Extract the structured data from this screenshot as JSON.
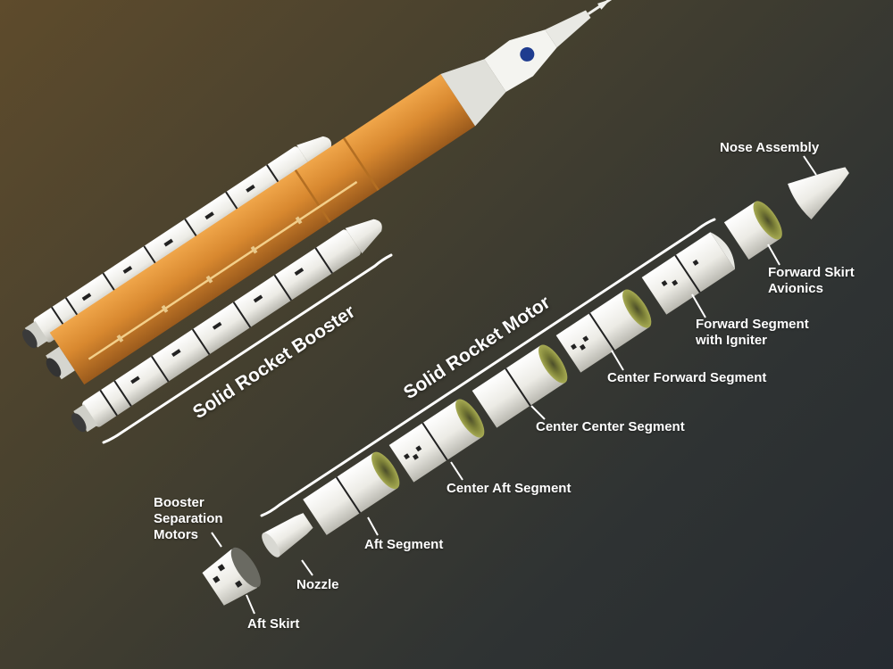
{
  "title_booster": "Solid Rocket Booster",
  "title_motor": "Solid Rocket Motor",
  "labels": {
    "nose_assembly": "Nose Assembly",
    "forward_skirt": [
      "Forward Skirt",
      "Avionics"
    ],
    "forward_segment": [
      "Forward Segment",
      "with Igniter"
    ],
    "center_forward_segment": "Center Forward Segment",
    "center_center_segment": "Center Center Segment",
    "center_aft_segment": "Center Aft Segment",
    "aft_segment": "Aft Segment",
    "nozzle": "Nozzle",
    "booster_separation_motors": [
      "Booster",
      "Separation",
      "Motors"
    ],
    "aft_skirt": "Aft Skirt"
  },
  "colors": {
    "core_stage_orange": "#d8882f",
    "booster_white": "#f2f1ec",
    "segment_end_olive": "#9aa04a",
    "label_text": "#ffffff"
  }
}
